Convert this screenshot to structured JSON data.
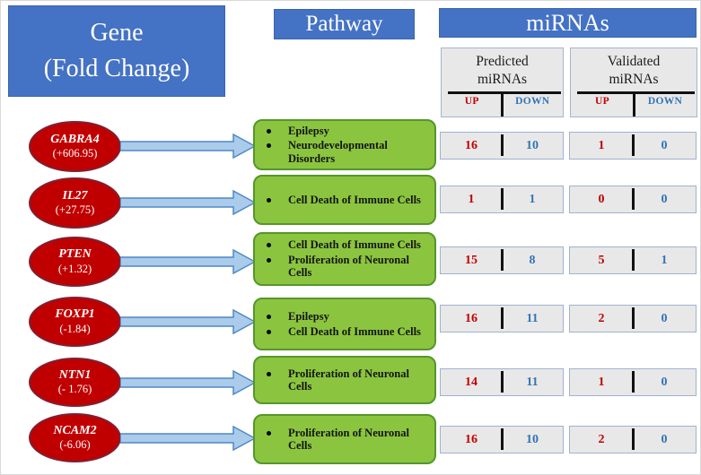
{
  "header": {
    "gene_line1": "Gene",
    "gene_line2": "(Fold Change)",
    "pathway": "Pathway",
    "mirnas": "miRNAs"
  },
  "subheaders": {
    "predicted": {
      "line1": "Predicted",
      "line2": "miRNAs",
      "up": "UP",
      "down": "DOWN"
    },
    "validated": {
      "line1": "Validated",
      "line2": "miRNAs",
      "up": "UP",
      "down": "DOWN"
    }
  },
  "colors": {
    "header_blue": "#4472C4",
    "gene_red": "#C00000",
    "gene_border": "#7E2033",
    "pathway_green": "#8BC53F",
    "pathway_border": "#55962A",
    "box_gray": "#E9E8E8",
    "box_border": "#9FB3CF",
    "up_red": "#C00000",
    "down_blue": "#2E75B6",
    "arrow_fill": "#AACBEA",
    "arrow_stroke": "#4E88C7"
  },
  "rows": [
    {
      "gene": "GABRA4",
      "fold_change": "(+606.95)",
      "pathways": [
        "Epilepsy",
        "Neurodevelopmental Disorders"
      ],
      "predicted": {
        "up": "16",
        "down": "10"
      },
      "validated": {
        "up": "1",
        "down": "0"
      }
    },
    {
      "gene": "IL27",
      "fold_change": "(+27.75)",
      "pathways": [
        "Cell Death of Immune Cells"
      ],
      "predicted": {
        "up": "1",
        "down": "1"
      },
      "validated": {
        "up": "0",
        "down": "0"
      }
    },
    {
      "gene": "PTEN",
      "fold_change": "(+1.32)",
      "pathways": [
        "Cell Death of Immune Cells",
        "Proliferation of Neuronal Cells"
      ],
      "predicted": {
        "up": "15",
        "down": "8"
      },
      "validated": {
        "up": "5",
        "down": "1"
      }
    },
    {
      "gene": "FOXP1",
      "fold_change": "(-1.84)",
      "pathways": [
        "Epilepsy",
        "Cell Death of Immune Cells"
      ],
      "predicted": {
        "up": "16",
        "down": "11"
      },
      "validated": {
        "up": "2",
        "down": "0"
      }
    },
    {
      "gene": "NTN1",
      "fold_change": "(- 1.76)",
      "pathways": [
        "Proliferation of Neuronal Cells"
      ],
      "predicted": {
        "up": "14",
        "down": "11"
      },
      "validated": {
        "up": "1",
        "down": "0"
      }
    },
    {
      "gene": "NCAM2",
      "fold_change": "(-6.06)",
      "pathways": [
        "Proliferation of Neuronal Cells"
      ],
      "predicted": {
        "up": "16",
        "down": "10"
      },
      "validated": {
        "up": "2",
        "down": "0"
      }
    }
  ]
}
